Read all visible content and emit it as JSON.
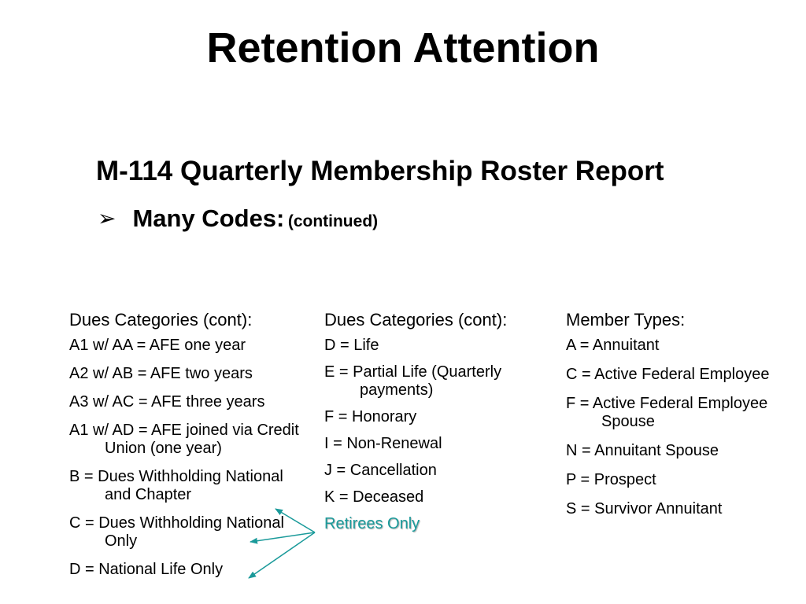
{
  "slide": {
    "title": "Retention Attention",
    "subtitle": "M-114 Quarterly Membership Roster Report",
    "bullet": {
      "arrow_icon": "arrow-bullet-icon",
      "main": "Many Codes:",
      "note": "(continued)"
    }
  },
  "columns": [
    {
      "heading": "Dues Categories (cont):",
      "items": [
        "A1 w/ AA = AFE one year",
        "A2 w/ AB = AFE two years",
        "A3 w/ AC = AFE three years",
        "A1 w/ AD = AFE joined via Credit Union (one year)",
        "B = Dues Withholding National and Chapter",
        "C = Dues Withholding National Only",
        "D = National Life Only"
      ]
    },
    {
      "heading": "Dues Categories (cont):",
      "items": [
        "D = Life",
        "E = Partial Life (Quarterly payments)",
        "F = Honorary",
        "I = Non-Renewal",
        "J = Cancellation",
        "K = Deceased"
      ],
      "callout": "Retirees Only"
    },
    {
      "heading": "Member Types:",
      "items": [
        "A = Annuitant",
        "C = Active Federal Employee",
        "F = Active Federal Employee Spouse",
        "N = Annuitant Spouse",
        "P = Prospect",
        "S = Survivor Annuitant"
      ]
    }
  ],
  "colors": {
    "callout": "#1a9a9a",
    "arrows": "#1a9a9a"
  }
}
